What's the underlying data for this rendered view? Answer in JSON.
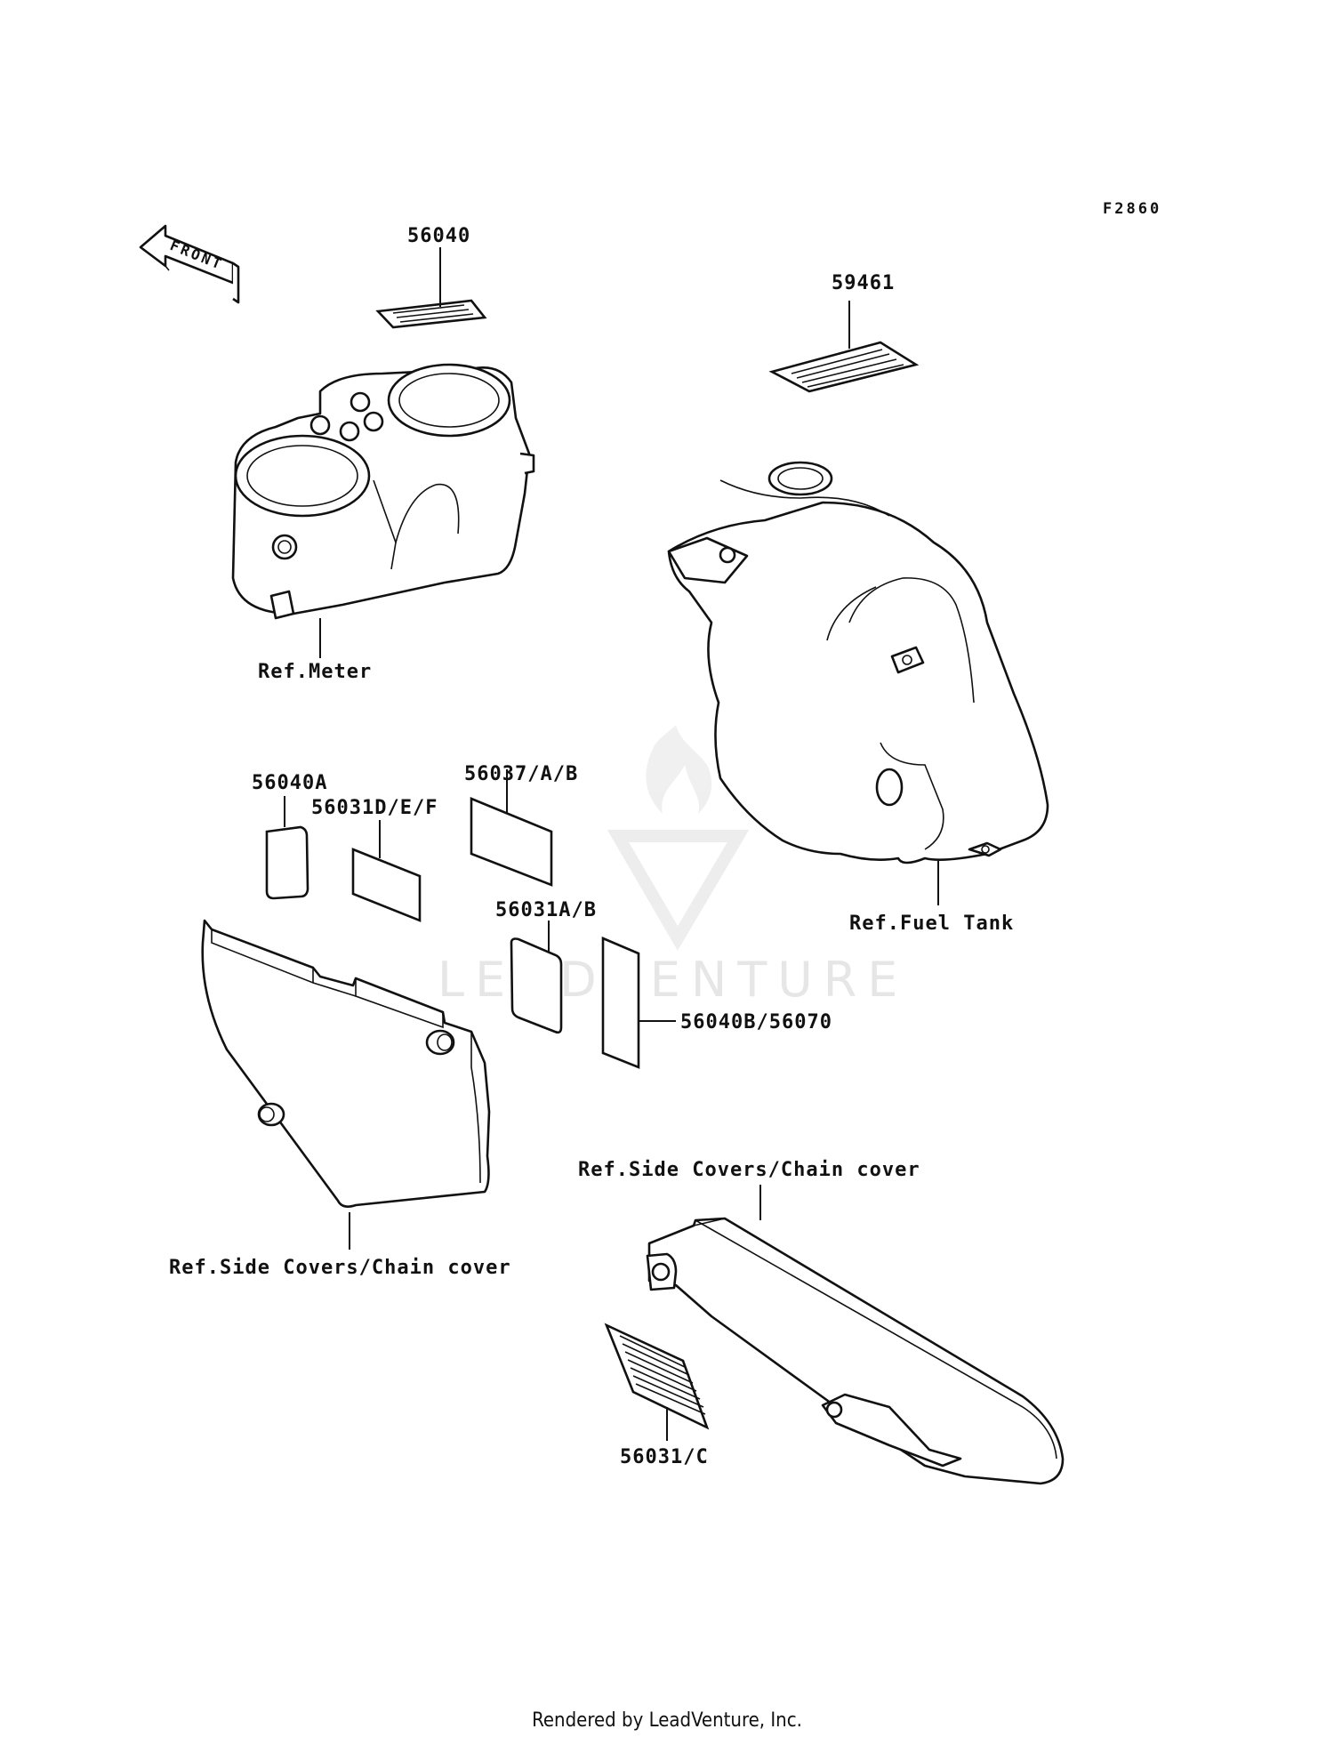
{
  "figure_code": "F2860",
  "front_label": "FRONT",
  "watermark": "LEADVENTURE",
  "footer": "Rendered by LeadVenture, Inc.",
  "parts": {
    "decal_meter": "56040",
    "decal_tank": "59461",
    "decal_a": "56040A",
    "decal_def": "56031D/E/F",
    "decal_ab37": "56037/A/B",
    "decal_ab31": "56031A/B",
    "decal_b70": "56040B/56070",
    "decal_c": "56031/C"
  },
  "refs": {
    "meter": "Ref.Meter",
    "fuel_tank": "Ref.Fuel Tank",
    "side_covers_left": "Ref.Side Covers/Chain cover",
    "side_covers_right": "Ref.Side Covers/Chain cover"
  }
}
